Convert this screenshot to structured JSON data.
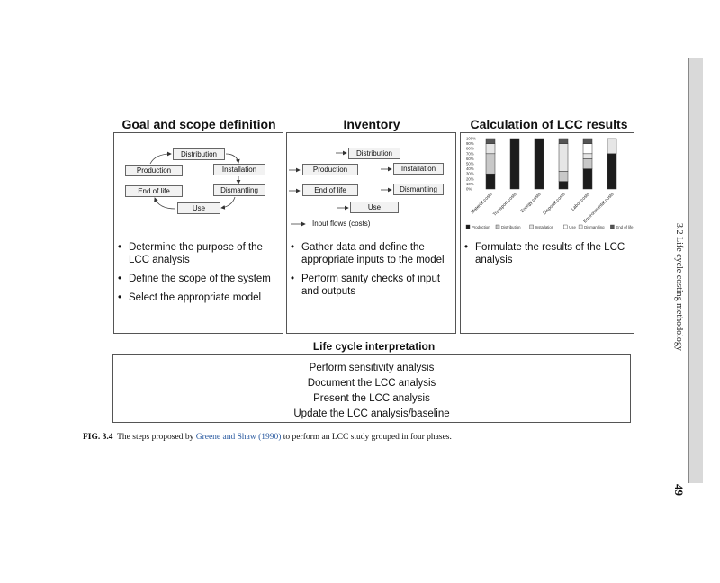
{
  "running_head": "3.2 Life cycle costing methodology",
  "page_number": "49",
  "goal_scope": {
    "title": "Goal and scope definition",
    "nodes": {
      "distribution": "Distribution",
      "production": "Production",
      "installation": "Installation",
      "end_of_life": "End of life",
      "dismantling": "Dismantling",
      "use": "Use"
    },
    "bullets": [
      "Determine the purpose of the LCC analysis",
      "Define the scope of the system",
      "Select the appropriate model"
    ]
  },
  "inventory": {
    "title": "Inventory",
    "nodes": {
      "distribution": "Distribution",
      "production": "Production",
      "installation": "Installation",
      "end_of_life": "End of life",
      "dismantling": "Dismantling",
      "use": "Use"
    },
    "legend": "Input flows (costs)",
    "bullets": [
      "Gather data and define the appropriate inputs to the model",
      "Perform sanity checks of input and outputs"
    ]
  },
  "calculation": {
    "title": "Calculation of LCC results",
    "bullets": [
      "Formulate the results of the LCC analysis"
    ]
  },
  "chart_data": {
    "type": "bar",
    "stacked": true,
    "categories": [
      "Material costs",
      "Transport costs",
      "Energy costs",
      "Disposal costs",
      "Labor costs",
      "Environmental costs"
    ],
    "y_ticks": [
      "100%",
      "90%",
      "80%",
      "70%",
      "60%",
      "50%",
      "40%",
      "30%",
      "20%",
      "10%",
      "0%"
    ],
    "ylim": [
      0,
      100
    ],
    "series": [
      {
        "name": "Production",
        "values": [
          30,
          100,
          100,
          15,
          40,
          70
        ]
      },
      {
        "name": "Distribution",
        "values": [
          40,
          0,
          0,
          20,
          20,
          0
        ]
      },
      {
        "name": "Installation",
        "values": [
          20,
          0,
          0,
          55,
          10,
          30
        ]
      },
      {
        "name": "Use",
        "values": [
          0,
          0,
          0,
          0,
          20,
          0
        ]
      },
      {
        "name": "Dismantling",
        "values": [
          0,
          0,
          0,
          0,
          0,
          0
        ]
      },
      {
        "name": "End of life",
        "values": [
          10,
          0,
          0,
          10,
          10,
          0
        ]
      }
    ],
    "legend": [
      "Production",
      "Distribution",
      "Installation",
      "Use",
      "Dismantling",
      "End of life"
    ],
    "colors": [
      "#1c1c1c",
      "#c8c8c8",
      "#e6e6e6",
      "#ffffff",
      "#f4f4f4",
      "#555555"
    ]
  },
  "interpretation": {
    "title": "Life cycle interpretation",
    "lines": [
      "Perform sensitivity analysis",
      "Document the LCC analysis",
      "Present the LCC analysis",
      "Update the LCC analysis/baseline"
    ]
  },
  "caption": {
    "label": "FIG. 3.4",
    "text_before": "The steps proposed by",
    "reference": "Greene and Shaw (1990)",
    "text_after": "to perform an LCC study grouped in four phases."
  }
}
